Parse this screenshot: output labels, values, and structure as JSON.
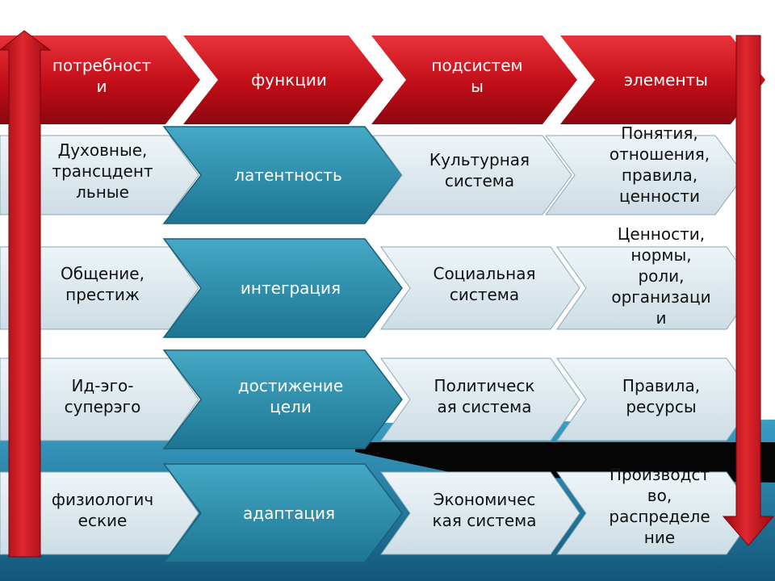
{
  "headers": [
    "потребност\nи",
    "функции",
    "подсистем\nы",
    "элементы"
  ],
  "rows": [
    {
      "need": "Духовные,\nтрансцдент\nльные",
      "function": "латентность",
      "subsystem": "Культурная\nсистема",
      "elements": "Понятия,\nотношения,\nправила,\nценности"
    },
    {
      "need": "Общение,\nпрестиж",
      "function": "интеграция",
      "subsystem": "Социальная\nсистема",
      "elements": "Ценности,\nнормы,\nроли,\nорганизаци\nи"
    },
    {
      "need": "Ид-эго-\nсуперэго",
      "function": "достижение\nцели",
      "subsystem": "Политическ\nая система",
      "elements": "Правила,\nресурсы"
    },
    {
      "need": "физиологич\nеские",
      "function": "адаптация",
      "subsystem": "Экономичес\nкая система",
      "elements": "Производст\nво,\nраспределе\nние"
    }
  ],
  "colors": {
    "header_red": "#c8101a",
    "function_teal": "#2e8fad",
    "cell_light": "#dde9ef",
    "arrow_red": "#c8101a"
  }
}
